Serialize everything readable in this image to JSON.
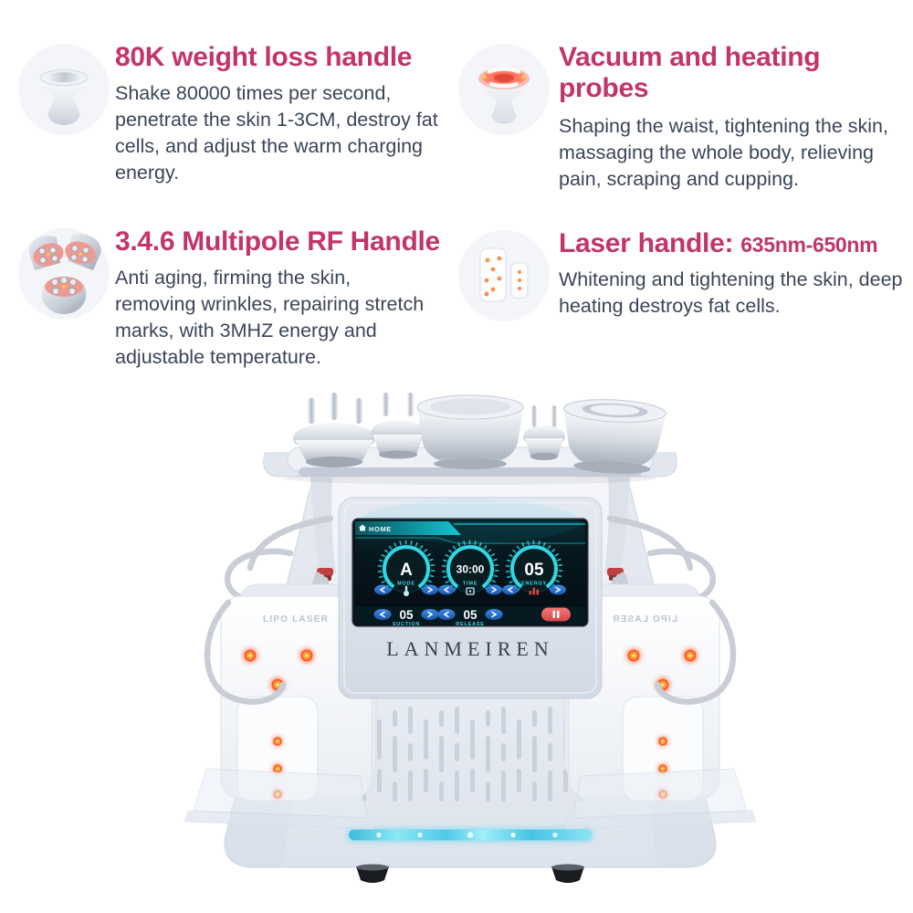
{
  "page_type": "product-feature-sheet",
  "colors": {
    "heading_magenta": "#c2356b",
    "body_text": "#3a4557",
    "screen_accent_cyan": "#2fd9e4",
    "screen_button_blue": "#2e7ad6",
    "pause_red": "#e05252",
    "led_dot_orange": "#ff9d2e",
    "led_strip_cyan": "#6fdcf2",
    "machine_body": "#e9edf4"
  },
  "features": [
    {
      "icon": "cavitation-handle-icon",
      "title": "80K weight loss handle",
      "body": "Shake 80000 times per second, penetrate the skin 1-3CM, destroy fat cells, and adjust the warm charging energy."
    },
    {
      "icon": "vacuum-probe-icon",
      "title": "Vacuum and heating probes",
      "body": "Shaping the waist, tightening the skin, massaging the whole body, relieving pain, scraping and cupping."
    },
    {
      "icon": "rf-handle-icon",
      "title": "3.4.6 Multipole RF Handle",
      "body": "Anti aging, firming the skin, removing wrinkles, repairing stretch marks, with 3MHZ energy and adjustable temperature."
    },
    {
      "icon": "laser-pads-icon",
      "title": "Laser handle:",
      "title_detail": "635nm-650nm",
      "body": "Whitening and tightening the skin, deep heating destroys fat cells."
    }
  ],
  "machine": {
    "brand": "LANMEIREN",
    "paddle_label": "LIPO LASER",
    "screen": {
      "home": "HOME",
      "mode_value": "A",
      "mode_label": "MODE",
      "time_value": "30:00",
      "time_label": "TIME",
      "energy_value": "05",
      "energy_label": "ENERGY",
      "suction_value": "05",
      "suction_label": "SUCTION",
      "release_value": "05",
      "release_label": "RELEASE",
      "pause_icon": "pause-button"
    }
  }
}
